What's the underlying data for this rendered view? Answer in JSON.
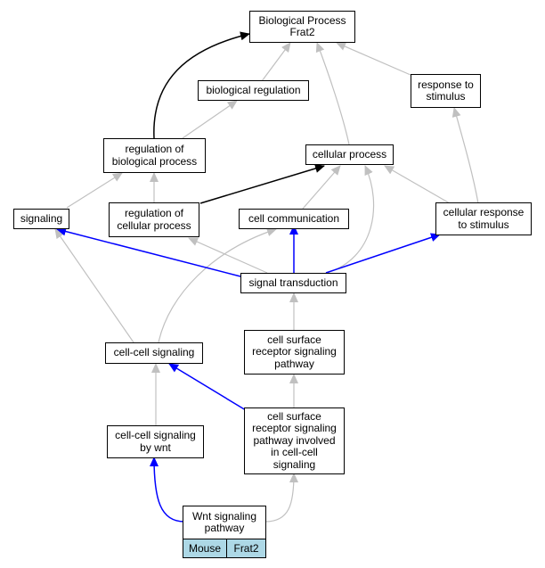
{
  "nodes": {
    "biological_process": [
      "Biological Process",
      "Frat2"
    ],
    "biological_regulation": [
      "biological regulation"
    ],
    "response_to_stimulus": [
      "response to",
      "stimulus"
    ],
    "regulation_of_biological_process": [
      "regulation of",
      "biological process"
    ],
    "cellular_process": [
      "cellular process"
    ],
    "signaling": [
      "signaling"
    ],
    "regulation_of_cellular_process": [
      "regulation of",
      "cellular process"
    ],
    "cell_communication": [
      "cell communication"
    ],
    "cellular_response_to_stimulus": [
      "cellular response",
      "to stimulus"
    ],
    "signal_transduction": [
      "signal transduction"
    ],
    "cell_cell_signaling": [
      "cell-cell signaling"
    ],
    "cell_surface_receptor_signaling_pathway": [
      "cell surface",
      "receptor signaling",
      "pathway"
    ],
    "cell_cell_signaling_by_wnt": [
      "cell-cell signaling",
      "by wnt"
    ],
    "cell_surface_receptor_pathway_cell_cell": [
      "cell surface",
      "receptor signaling",
      "pathway involved",
      "in cell-cell",
      "signaling"
    ],
    "wnt_signaling_pathway": [
      "Wnt signaling",
      "pathway"
    ]
  },
  "legend": {
    "species": "Mouse",
    "gene": "Frat2"
  },
  "colors": {
    "is_a_edge": "#c0c0c0",
    "regulates_edge": "#000000",
    "part_of_edge": "#0000ff",
    "legend_fill": "#add8e6"
  }
}
